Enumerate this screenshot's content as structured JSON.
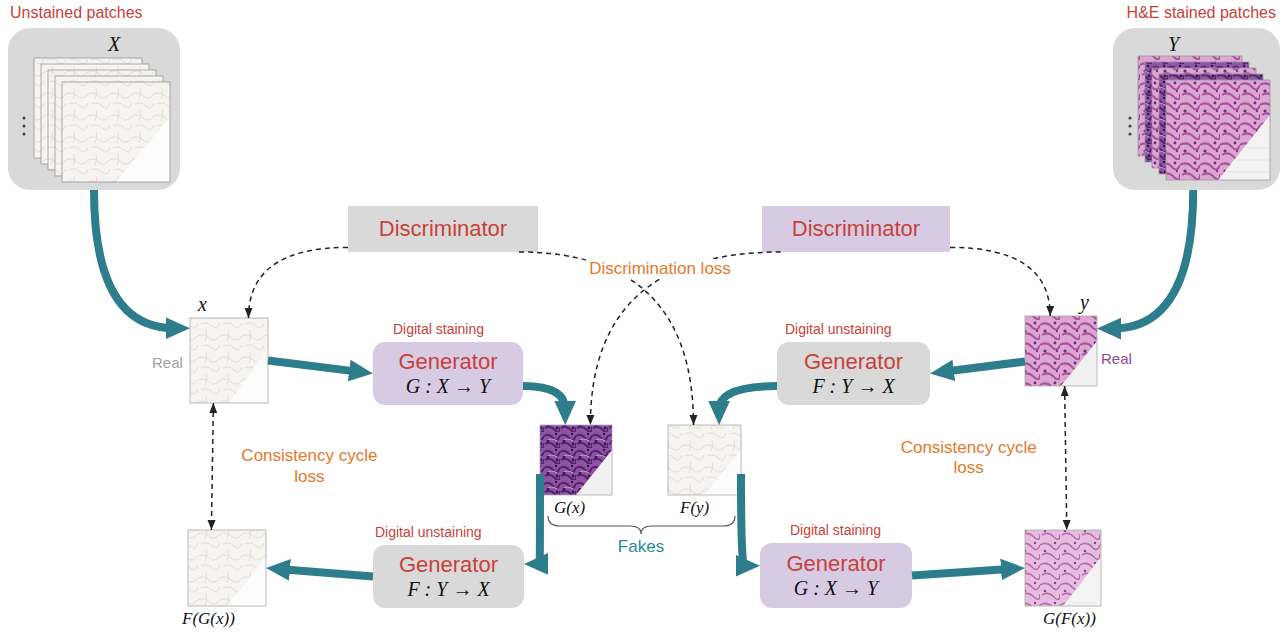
{
  "diagram": {
    "nodes": [
      {
        "text": [
          "Unstained patches",
          "X"
        ]
      },
      {
        "text": [
          "H&E stained patches",
          "Y"
        ]
      },
      {
        "text": [
          "Discriminator"
        ]
      },
      {
        "text": [
          "Discriminator"
        ]
      },
      {
        "text": [
          "x",
          "Real"
        ]
      },
      {
        "text": [
          "Digital staining",
          "Generator",
          "G : X → Y"
        ]
      },
      {
        "text": [
          "Digital unstaining",
          "Generator",
          "F : Y → X"
        ]
      },
      {
        "text": [
          "y",
          "Real"
        ]
      },
      {
        "text": [
          "G(x)"
        ]
      },
      {
        "text": [
          "F(y)"
        ]
      },
      {
        "text": [
          "F(G(x))"
        ]
      },
      {
        "text": [
          "Digital unstaining",
          "Generator",
          "F : Y → X"
        ]
      },
      {
        "text": [
          "Digital staining",
          "Generator",
          "G : X → Y"
        ]
      },
      {
        "text": [
          "G(F(x))"
        ]
      }
    ],
    "edges": [
      {
        "from": 0,
        "to": 4,
        "arrow": "to"
      },
      {
        "from": 4,
        "to": 5,
        "arrow": "to"
      },
      {
        "from": 5,
        "to": 8,
        "arrow": "to"
      },
      {
        "from": 8,
        "to": 11,
        "arrow": "to"
      },
      {
        "from": 11,
        "to": 10,
        "arrow": "to"
      },
      {
        "from": 4,
        "to": 10,
        "arrow": "both",
        "label": "Consistency cycle loss"
      },
      {
        "from": 1,
        "to": 7,
        "arrow": "to"
      },
      {
        "from": 7,
        "to": 6,
        "arrow": "to"
      },
      {
        "from": 6,
        "to": 9,
        "arrow": "to"
      },
      {
        "from": 9,
        "to": 12,
        "arrow": "to"
      },
      {
        "from": 12,
        "to": 13,
        "arrow": "to"
      },
      {
        "from": 7,
        "to": 13,
        "arrow": "both",
        "label": "Consistency cycle loss"
      },
      {
        "from": 2,
        "to": 4,
        "arrow": "to"
      },
      {
        "from": 2,
        "to": 9,
        "arrow": "to"
      },
      {
        "from": 3,
        "to": 8,
        "arrow": "to"
      },
      {
        "from": 3,
        "to": 7,
        "arrow": "to"
      }
    ],
    "labels": [
      "Discrimination loss",
      "Fakes"
    ]
  }
}
